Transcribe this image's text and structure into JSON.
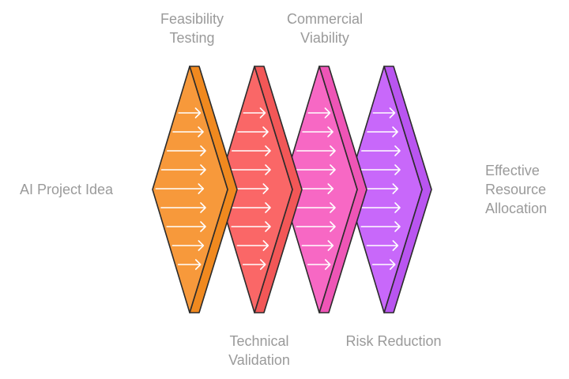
{
  "input_label": "AI Project Idea",
  "output_label": [
    "Effective",
    "Resource",
    "Allocation"
  ],
  "stages": [
    {
      "label": [
        "Feasibility",
        "Testing"
      ],
      "fill": "#F7993B",
      "side": "#F0891F"
    },
    {
      "label": [
        "Technical",
        "Validation"
      ],
      "fill": "#FA6767",
      "side": "#F25757"
    },
    {
      "label": [
        "Commercial",
        "Viability"
      ],
      "fill": "#F768C4",
      "side": "#EE55B6"
    },
    {
      "label": [
        "Risk Reduction"
      ],
      "fill": "#C868FA",
      "side": "#B955F0"
    }
  ],
  "colors": {
    "stroke": "#2b2b2b",
    "arrow": "#ffffff",
    "text": "#9a9a9a"
  }
}
